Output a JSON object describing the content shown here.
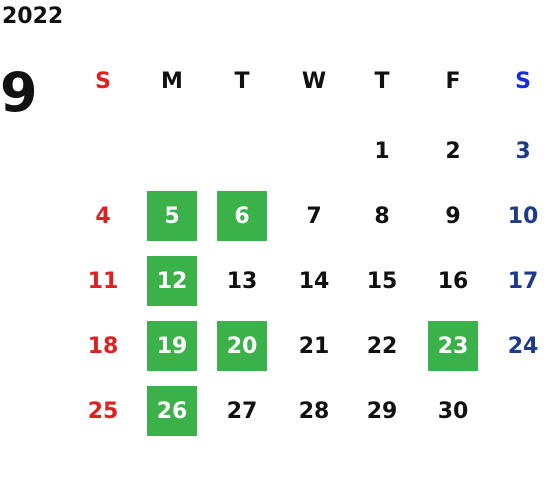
{
  "calendar": {
    "year": "2022",
    "month": "9",
    "weekdays": [
      "S",
      "M",
      "T",
      "W",
      "T",
      "F",
      "S"
    ],
    "first_weekday_index": 4,
    "days_in_month": 30,
    "highlighted_days": [
      5,
      6,
      12,
      19,
      20,
      23,
      26
    ],
    "colors": {
      "sunday": "#e02020",
      "saturday_header": "#1a2bdc",
      "saturday": "#1e3a8a",
      "weekday": "#111111",
      "highlight_bg": "#3bb14a",
      "highlight_text": "#ffffff"
    }
  }
}
